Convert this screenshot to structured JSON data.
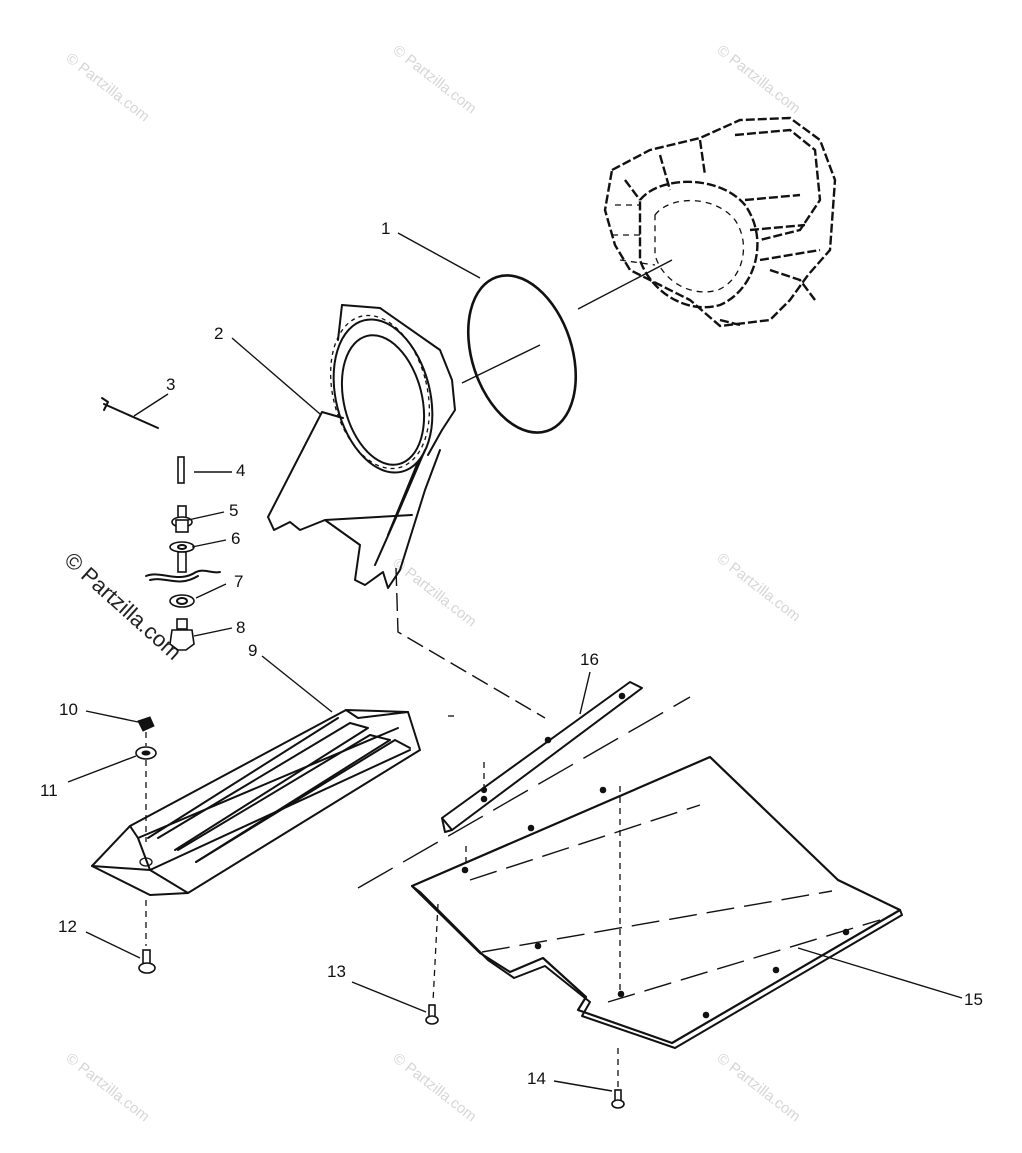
{
  "watermark": {
    "text": "© Partzilla.com",
    "prominent_text": "© Partzilla.com"
  },
  "callouts": {
    "c1": "1",
    "c2": "2",
    "c3": "3",
    "c4": "4",
    "c5": "5",
    "c6": "6",
    "c7": "7",
    "c8": "8",
    "c9": "9",
    "c10": "10",
    "c11": "11",
    "c12": "12",
    "c13": "13",
    "c14": "14",
    "c15": "15",
    "c16": "16"
  },
  "colors": {
    "line": "#111111",
    "watermark": "#d6d6d6",
    "background": "#ffffff"
  }
}
